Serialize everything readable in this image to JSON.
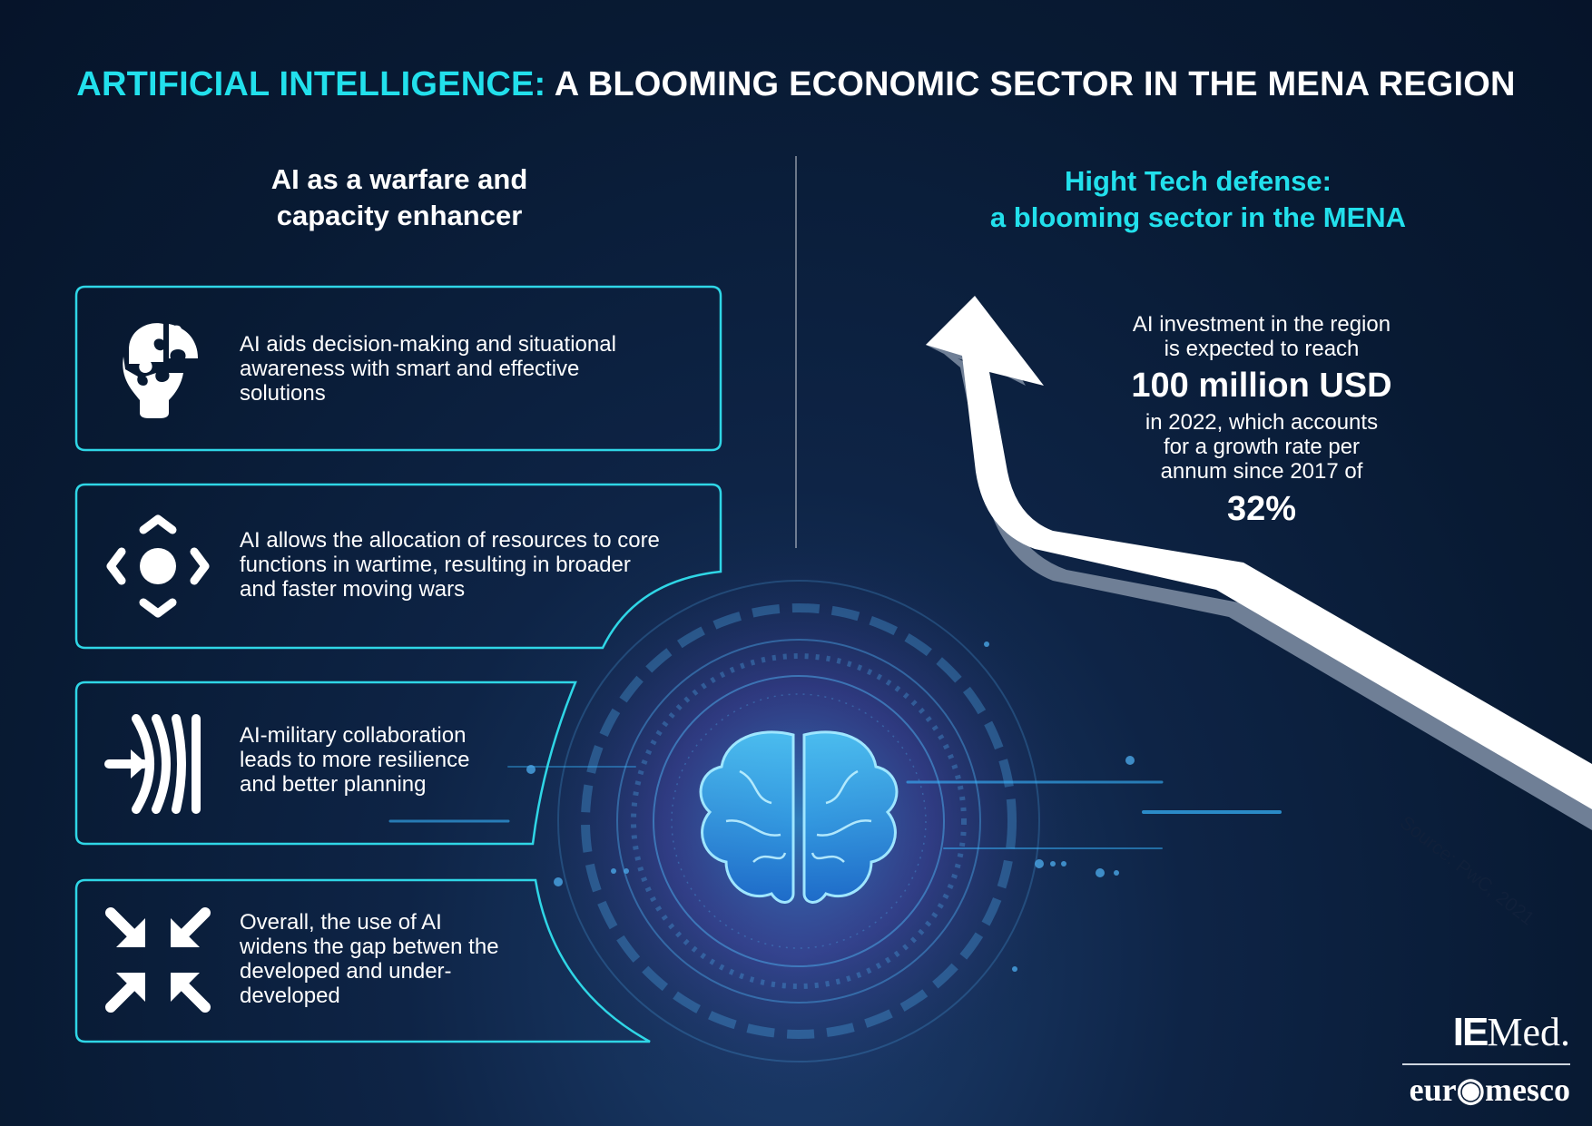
{
  "title": {
    "highlight": "ARTIFICIAL INTELLIGENCE:",
    "rest": "A BLOOMING ECONOMIC SECTOR IN THE MENA REGION"
  },
  "left": {
    "heading_line1": "AI as a warfare and",
    "heading_line2": "capacity enhancer",
    "cards": [
      {
        "icon": "puzzle-bulb-icon",
        "lines": [
          "AI aids decision-making and situational",
          "awareness with smart and effective",
          "solutions"
        ]
      },
      {
        "icon": "arrows-circle-icon",
        "lines": [
          "AI allows the allocation of resources to core",
          "functions in wartime, resulting in broader",
          "and faster moving wars"
        ]
      },
      {
        "icon": "arrow-barrier-icon",
        "lines": [
          "AI-military collaboration",
          "leads to more resilience",
          "and better planning"
        ]
      },
      {
        "icon": "arrows-inward-icon",
        "lines": [
          "Overall, the use of AI",
          "widens the gap betwen the",
          "developed and under-",
          "developed"
        ]
      }
    ]
  },
  "right": {
    "heading_line1": "Hight Tech defense:",
    "heading_line2": "a blooming sector in the MENA",
    "stat": {
      "line1": "AI investment in the region",
      "line2": "is expected to reach",
      "amount": "100 million USD",
      "line3": "in 2022, which accounts",
      "line4": "for a growth rate per",
      "line5": "annum since 2017 of",
      "rate": "32%"
    },
    "source": "Source: PwC, 2021"
  },
  "logos": {
    "iemed_bold": "IE",
    "iemed_rest": "Med.",
    "euromesco_a": "eur",
    "euromesco_b": "mesco"
  },
  "colors": {
    "accent": "#22e0ec",
    "background": "#081a33",
    "arrow": "#ffffff"
  }
}
